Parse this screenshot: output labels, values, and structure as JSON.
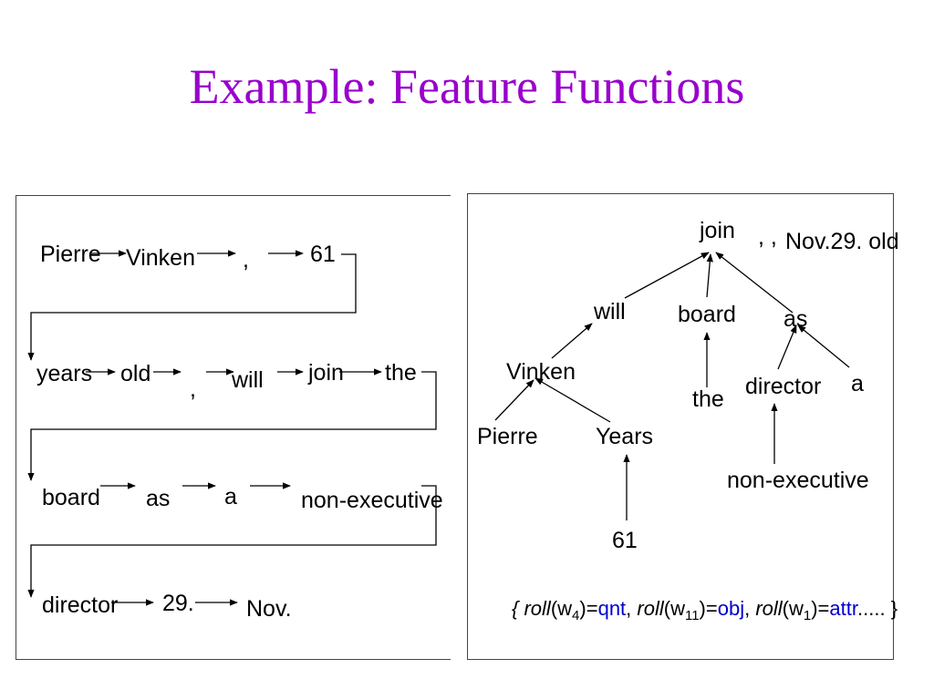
{
  "title": "Example: Feature Functions",
  "sequence_rows": [
    [
      "Pierre",
      "Vinken",
      ",",
      "61"
    ],
    [
      "years",
      "old",
      ",",
      "will",
      "join",
      "the"
    ],
    [
      "board",
      "as",
      "a",
      "non-executive"
    ],
    [
      "director",
      "29.",
      "Nov."
    ]
  ],
  "tree": {
    "nodes": {
      "join": "join",
      "will": "will",
      "board": "board",
      "as": "as",
      "vinken": "Vinken",
      "the": "the",
      "director": "director",
      "a": "a",
      "pierre": "Pierre",
      "years": "Years",
      "nonexec": "non-executive",
      "n61": "61"
    },
    "extra": ", ,",
    "extra2": "Nov.29. old"
  },
  "formula": {
    "open": "{",
    "roll": "roll",
    "w": "w",
    "sub1": "4",
    "sub2": "11",
    "sub3": "1",
    "val1": "qnt",
    "val2": "obj",
    "val3": "attr",
    "ellipsis": ".....",
    "close": "}"
  }
}
